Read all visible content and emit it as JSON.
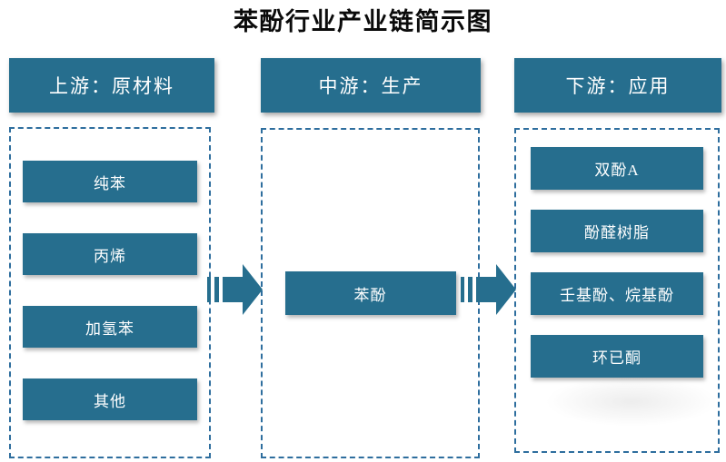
{
  "title": "苯酚行业产业链简示图",
  "columns": {
    "upstream": {
      "header": "上游：原材料",
      "items": [
        "纯苯",
        "丙烯",
        "加氢苯",
        "其他"
      ]
    },
    "midstream": {
      "header": "中游：生产",
      "items": [
        "苯酚"
      ]
    },
    "downstream": {
      "header": "下游：应用",
      "items": [
        "双酚A",
        "酚醛树脂",
        "壬基酚、烷基酚",
        "环已酮"
      ]
    }
  },
  "arrows": [
    {
      "name": "upstream-to-midstream"
    },
    {
      "name": "midstream-to-downstream"
    }
  ],
  "colors": {
    "box_fill": "#266e8e",
    "box_text": "#ffffff",
    "dashed_border": "#2e6e9e",
    "title_text": "#0b0b0b",
    "background": "#ffffff"
  }
}
